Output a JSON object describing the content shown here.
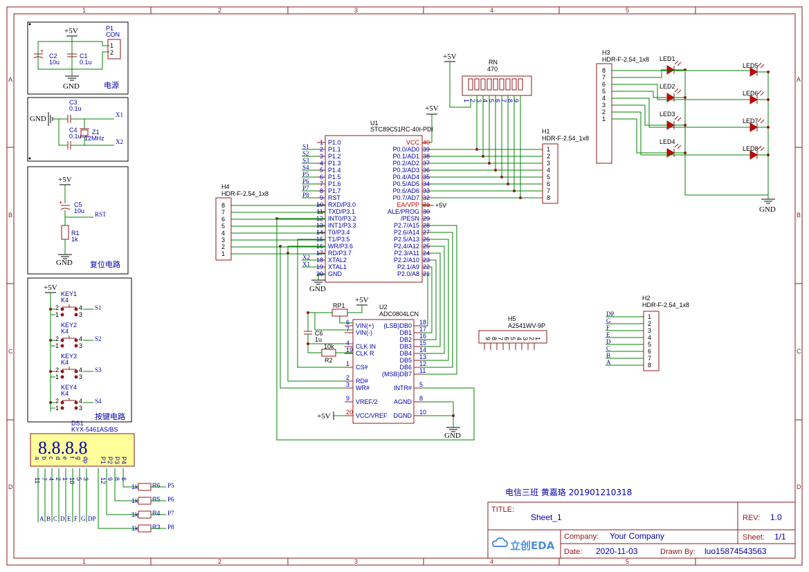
{
  "zones": {
    "cols": [
      "1",
      "2",
      "3",
      "4",
      "5"
    ],
    "rows": [
      "A",
      "B",
      "C",
      "D"
    ]
  },
  "blocks": {
    "power": {
      "label": "电源",
      "vcc": "+5V",
      "gnd": "GND",
      "p1_ref": "P1",
      "p1_val": "CON",
      "c2_ref": "C2",
      "c2_val": "10u",
      "c1_ref": "C1",
      "c1_val": "0.1u"
    },
    "crystal": {
      "gnd": "GND",
      "c3_ref": "C3",
      "c3_val": "0.1u",
      "c4_ref": "C4",
      "c4_val": "0.1u",
      "z1_ref": "Z1",
      "z1_val": "12MHz",
      "x1": "X1",
      "x2": "X2"
    },
    "reset": {
      "label": "复位电路",
      "vcc": "+5V",
      "gnd": "GND",
      "c5_ref": "C5",
      "c5_val": "10u",
      "r1_ref": "R1",
      "r1_val": "1k",
      "net": "RST"
    },
    "keys": {
      "label": "按键电路",
      "vcc": "+5V",
      "items": [
        {
          "ref": "KEY1",
          "val": "K4",
          "net": "S1"
        },
        {
          "ref": "KEY2",
          "val": "K4",
          "net": "S2"
        },
        {
          "ref": "KEY3",
          "val": "K4",
          "net": "S3"
        },
        {
          "ref": "KEY4",
          "val": "K4",
          "net": "S4"
        }
      ]
    },
    "display": {
      "ref": "DS1",
      "val": "KYX-5461AS/BS",
      "digits": "8.8.8.8",
      "seg_nets": [
        "A",
        "B",
        "C",
        "D",
        "E",
        "F",
        "G",
        "DP"
      ],
      "resistors": [
        {
          "ref": "R6",
          "val": "1k",
          "net": "P5"
        },
        {
          "ref": "R5",
          "val": "1k",
          "net": "P6"
        },
        {
          "ref": "R4",
          "val": "1k",
          "net": "P7"
        },
        {
          "ref": "R3",
          "val": "1k",
          "net": "P8"
        }
      ]
    }
  },
  "mcu": {
    "ref": "U1",
    "val": "STC89C51RC-40I-PDI",
    "vcc": "+5V",
    "gnd": "GND",
    "left_pins": [
      {
        "num": "1",
        "name": "P1.0",
        "net": ""
      },
      {
        "num": "2",
        "name": "P1.1",
        "net": "S1"
      },
      {
        "num": "3",
        "name": "P1.2",
        "net": "S2"
      },
      {
        "num": "4",
        "name": "P1.3",
        "net": "S3"
      },
      {
        "num": "5",
        "name": "P1.4",
        "net": "S4"
      },
      {
        "num": "6",
        "name": "P1.5",
        "net": "P5"
      },
      {
        "num": "7",
        "name": "P1.6",
        "net": "P6"
      },
      {
        "num": "8",
        "name": "P1.7",
        "net": "P7"
      },
      {
        "num": "9",
        "name": "RST",
        "net": "P8"
      },
      {
        "num": "10",
        "name": "RXD/P3.0",
        "net": ""
      },
      {
        "num": "11",
        "name": "TXD/P3.1",
        "net": ""
      },
      {
        "num": "12",
        "name": "INT0/P3.2",
        "net": ""
      },
      {
        "num": "13",
        "name": "INT1/P3.3",
        "net": ""
      },
      {
        "num": "14",
        "name": "T0/P3.4",
        "net": ""
      },
      {
        "num": "15",
        "name": "T1/P3.5",
        "net": ""
      },
      {
        "num": "16",
        "name": "WR/P3.6",
        "net": ""
      },
      {
        "num": "17",
        "name": "RD/P3.7",
        "net": ""
      },
      {
        "num": "18",
        "name": "XTAL2",
        "net": "X2"
      },
      {
        "num": "19",
        "name": "XTAL1",
        "net": "X1"
      },
      {
        "num": "20",
        "name": "GND",
        "net": ""
      }
    ],
    "right_pins": [
      {
        "num": "40",
        "name": "VCC"
      },
      {
        "num": "39",
        "name": "P0.0/AD0"
      },
      {
        "num": "38",
        "name": "P0.1/AD1"
      },
      {
        "num": "37",
        "name": "P0.2/AD2"
      },
      {
        "num": "36",
        "name": "P0.3/AD3"
      },
      {
        "num": "35",
        "name": "P0.4/AD4"
      },
      {
        "num": "34",
        "name": "P0.5/AD5"
      },
      {
        "num": "33",
        "name": "P0.6/AD6"
      },
      {
        "num": "32",
        "name": "P0.7/AD7"
      },
      {
        "num": "31",
        "name": "EA/VPP"
      },
      {
        "num": "30",
        "name": "ALE/PROG"
      },
      {
        "num": "29",
        "name": "/PESN"
      },
      {
        "num": "28",
        "name": "P2.7/A15"
      },
      {
        "num": "27",
        "name": "P2.6/A14"
      },
      {
        "num": "26",
        "name": "P2.5/A13"
      },
      {
        "num": "25",
        "name": "P2.4/A12"
      },
      {
        "num": "24",
        "name": "P2.3/A11"
      },
      {
        "num": "23",
        "name": "P2.2/A10"
      },
      {
        "num": "22",
        "name": "P2.1/A9"
      },
      {
        "num": "21",
        "name": "P2.0/A8"
      }
    ]
  },
  "adc": {
    "ref": "U2",
    "val": "ADC0804LCN",
    "vcc": "+5V",
    "vcc_pin": "+5V",
    "gnd": "GND",
    "rp1_ref": "RP1",
    "c6_ref": "C6",
    "c6_val": "1u",
    "r2_ref": "R2",
    "r2_val": "10k",
    "left_pins": [
      {
        "num": "6",
        "name": "VIN(+)"
      },
      {
        "num": "7",
        "name": "VIN(-)"
      },
      {
        "num": "4",
        "name": "CLK IN"
      },
      {
        "num": "19",
        "name": "CLK R"
      },
      {
        "num": "1",
        "name": "CS#"
      },
      {
        "num": "2",
        "name": "RD#"
      },
      {
        "num": "3",
        "name": "WR#"
      },
      {
        "num": "9",
        "name": "VREF/2"
      },
      {
        "num": "20",
        "name": "VCC/VREF"
      }
    ],
    "right_pins": [
      {
        "num": "18",
        "name": "(LSB)DB0"
      },
      {
        "num": "17",
        "name": "DB1"
      },
      {
        "num": "16",
        "name": "DB2"
      },
      {
        "num": "15",
        "name": "DB3"
      },
      {
        "num": "14",
        "name": "DB4"
      },
      {
        "num": "13",
        "name": "DB5"
      },
      {
        "num": "12",
        "name": "DB6"
      },
      {
        "num": "11",
        "name": "(MSB)DB7"
      },
      {
        "num": "5",
        "name": "INTR#"
      },
      {
        "num": "8",
        "name": "AGND"
      },
      {
        "num": "10",
        "name": "DGND"
      }
    ]
  },
  "rn": {
    "ref": "RN",
    "val": "470",
    "vcc": "+5V",
    "pins": [
      "1",
      "2",
      "3",
      "4",
      "5",
      "6",
      "7",
      "8",
      "9"
    ]
  },
  "h1": {
    "ref": "H1",
    "val": "HDR-F-2.54_1x8",
    "pins": [
      "1",
      "2",
      "3",
      "4",
      "5",
      "6",
      "7",
      "8"
    ]
  },
  "h2": {
    "ref": "H2",
    "val": "HDR-F-2.54_1x8",
    "pins": [
      "1",
      "2",
      "3",
      "4",
      "5",
      "6",
      "7",
      "8"
    ],
    "nets": [
      "DP",
      "G",
      "F",
      "E",
      "D",
      "C",
      "B",
      "A"
    ]
  },
  "h3": {
    "ref": "H3",
    "val": "HDR-F-2.54_1x8",
    "pins": [
      "8",
      "7",
      "6",
      "5",
      "4",
      "3",
      "2",
      "1"
    ],
    "gnd": "GND",
    "leds": [
      "LED1",
      "LED2",
      "LED3",
      "LED4",
      "LED5",
      "LED6",
      "LED7",
      "LED8"
    ]
  },
  "h4": {
    "ref": "H4",
    "val": "HDR-F-2.54_1x8",
    "pins": [
      "8",
      "7",
      "6",
      "5",
      "4",
      "3",
      "2",
      "1"
    ]
  },
  "h5": {
    "ref": "H5",
    "val": "A2541WV-9P",
    "pins": [
      "9",
      "8",
      "7",
      "6",
      "5",
      "4",
      "3",
      "2",
      "1"
    ]
  },
  "author": "电信三班 黄嘉珞 201901210318",
  "title_block": {
    "title_label": "TITLE:",
    "title": "Sheet_1",
    "rev_label": "REV:",
    "rev": "1.0",
    "company_label": "Company:",
    "company": "Your Company",
    "sheet_label": "Sheet:",
    "sheet": "1/1",
    "date_label": "Date:",
    "date": "2020-11-03",
    "drawn_label": "Drawn By:",
    "drawn": "luo15874543563",
    "logo": "立创EDA"
  }
}
